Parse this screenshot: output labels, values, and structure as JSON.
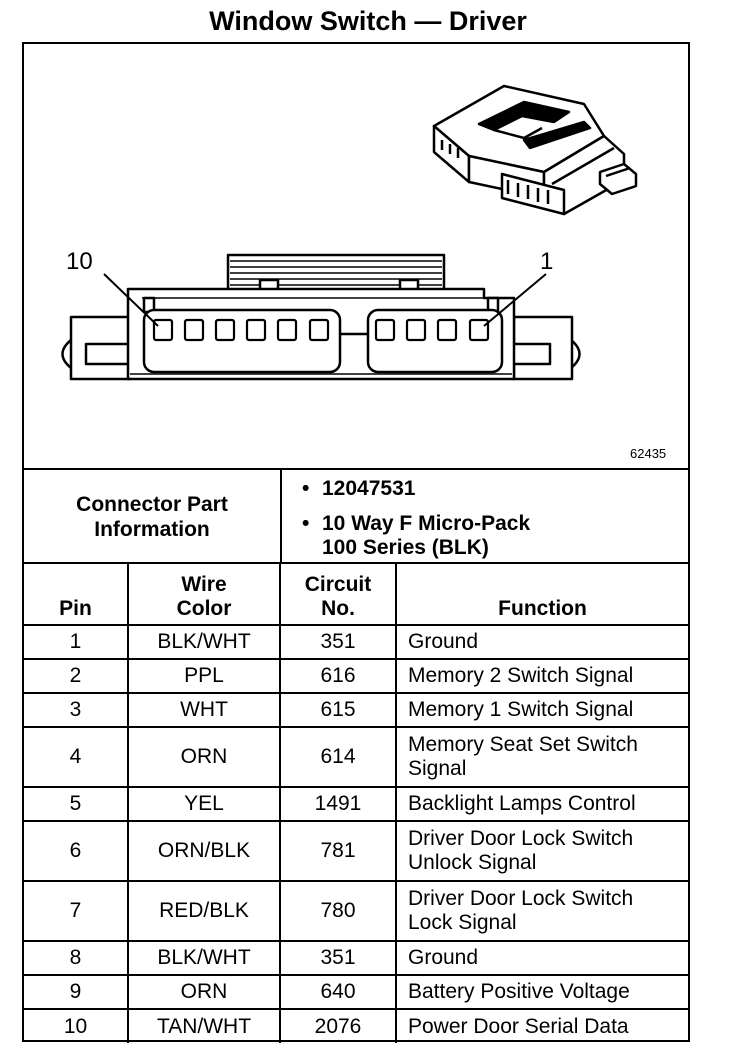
{
  "title": "Window Switch — Driver",
  "diagram": {
    "code": "62435",
    "pin_label_left": "10",
    "pin_label_right": "1"
  },
  "connector_info": {
    "label_line1": "Connector Part",
    "label_line2": "Information",
    "bullet_symbol": "•",
    "part_number": "12047531",
    "description_line1": "10 Way F Micro-Pack",
    "description_line2": "100 Series (BLK)"
  },
  "table": {
    "headers": {
      "pin": "Pin",
      "wire_color_line1": "Wire",
      "wire_color_line2": "Color",
      "circuit_line1": "Circuit",
      "circuit_line2": "No.",
      "function": "Function"
    },
    "rows": [
      {
        "pin": "1",
        "color": "BLK/WHT",
        "circuit": "351",
        "function_line1": "Ground",
        "function_line2": ""
      },
      {
        "pin": "2",
        "color": "PPL",
        "circuit": "616",
        "function_line1": "Memory 2 Switch Signal",
        "function_line2": ""
      },
      {
        "pin": "3",
        "color": "WHT",
        "circuit": "615",
        "function_line1": "Memory 1 Switch Signal",
        "function_line2": ""
      },
      {
        "pin": "4",
        "color": "ORN",
        "circuit": "614",
        "function_line1": "Memory Seat Set Switch",
        "function_line2": "Signal"
      },
      {
        "pin": "5",
        "color": "YEL",
        "circuit": "1491",
        "function_line1": "Backlight Lamps Control",
        "function_line2": ""
      },
      {
        "pin": "6",
        "color": "ORN/BLK",
        "circuit": "781",
        "function_line1": "Driver Door Lock Switch",
        "function_line2": "Unlock Signal"
      },
      {
        "pin": "7",
        "color": "RED/BLK",
        "circuit": "780",
        "function_line1": "Driver Door Lock Switch",
        "function_line2": "Lock Signal"
      },
      {
        "pin": "8",
        "color": "BLK/WHT",
        "circuit": "351",
        "function_line1": "Ground",
        "function_line2": ""
      },
      {
        "pin": "9",
        "color": "ORN",
        "circuit": "640",
        "function_line1": "Battery Positive Voltage",
        "function_line2": ""
      },
      {
        "pin": "10",
        "color": "TAN/WHT",
        "circuit": "2076",
        "function_line1": "Power Door Serial Data",
        "function_line2": ""
      }
    ]
  }
}
